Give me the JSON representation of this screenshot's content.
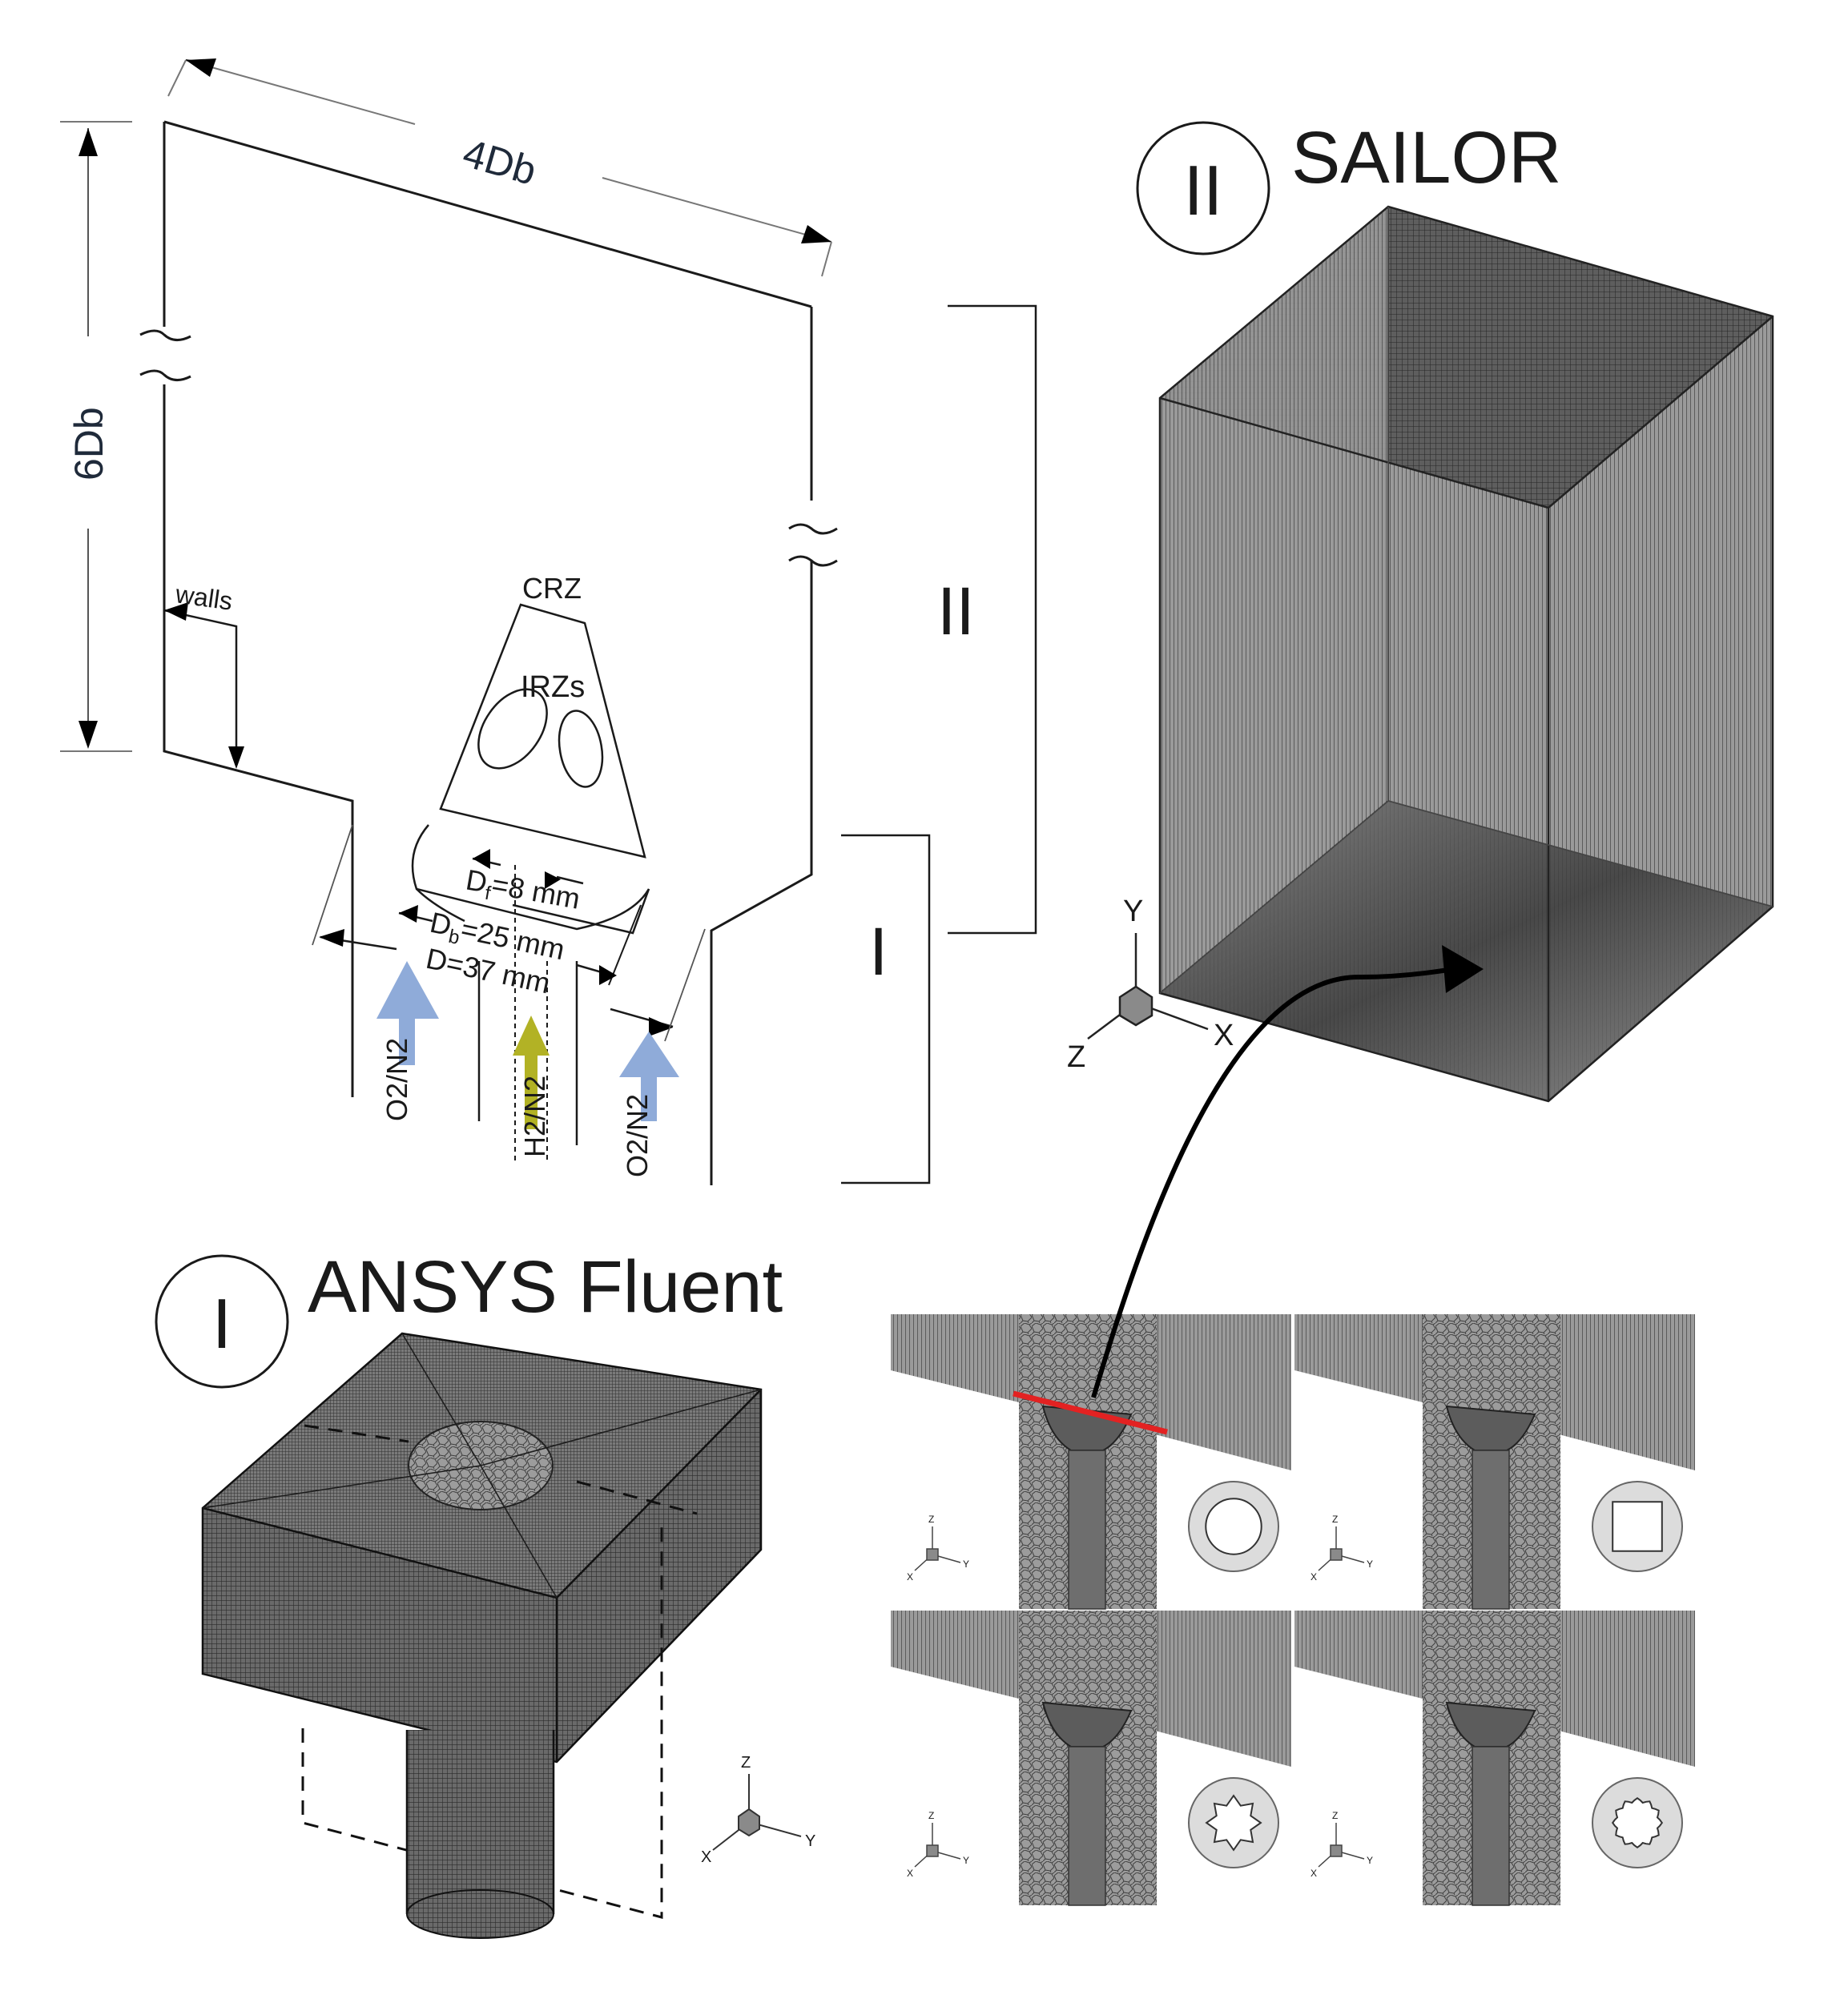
{
  "schematic": {
    "dim_width": "4Db",
    "dim_height": "6Db",
    "label_walls": "walls",
    "label_crz": "CRZ",
    "label_irzs": "IRZs",
    "dim_df_prefix": "D",
    "dim_df_sub": "f",
    "dim_df_suffix": "=8 mm",
    "dim_db_prefix": "D",
    "dim_db_sub": "b",
    "dim_db_suffix": "=25 mm",
    "dim_d": "D=37 mm",
    "inlet_left": "O2/N2",
    "inlet_center": "H2/N2",
    "inlet_right": "O2/N2",
    "zone_ii": "II",
    "zone_i": "I",
    "colors": {
      "oxidizer_arrow": "#8fabd9",
      "fuel_arrow": "#b2b225",
      "cut_line": "#e32222"
    }
  },
  "sailor": {
    "numeral": "II",
    "title": "SAILOR",
    "axis_y": "Y",
    "axis_x": "X",
    "axis_z": "Z"
  },
  "fluent": {
    "numeral": "I",
    "title": "ANSYS Fluent",
    "axis_z": "Z",
    "axis_y": "Y",
    "axis_x": "X"
  },
  "variants": [
    {
      "shape": "circle",
      "axis_z": "Z",
      "axis_y": "Y",
      "axis_x": "X"
    },
    {
      "shape": "square",
      "axis_z": "Z",
      "axis_y": "Y",
      "axis_x": "X"
    },
    {
      "shape": "star",
      "axis_z": "Z",
      "axis_y": "Y",
      "axis_x": "X"
    },
    {
      "shape": "scalloped",
      "axis_z": "Z",
      "axis_y": "Y",
      "axis_x": "X"
    }
  ]
}
